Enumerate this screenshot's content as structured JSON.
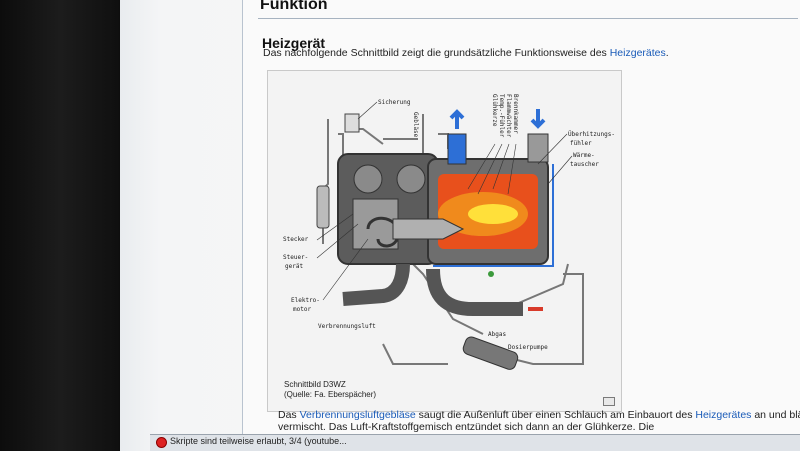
{
  "page": {
    "section_heading": "Funktion",
    "sub_heading": "Heizgerät",
    "intro_before": "Das nachfolgende Schnittbild zeigt die grundsätzliche Funktionsweise des ",
    "intro_link": "Heizgerätes",
    "intro_after": "."
  },
  "figure": {
    "caption_line1": "Schnittbild D3WZ",
    "caption_line2": "(Quelle: Fa. Eberspächer)",
    "labels": {
      "sicherung": "Sicherung",
      "geblaese": "Gebläse",
      "gluehkerze": "Glühkerze",
      "temp_fuehler": "Temp.-Fühler",
      "flammwaechter": "Flammwächter",
      "brennkammer": "Brennkammer",
      "ueberhitzung1": "Überhitzungs-",
      "ueberhitzung2": "fühler",
      "waerme1": "Wärme-",
      "waerme2": "tauscher",
      "stecker": "Stecker",
      "steuer1": "Steuer-",
      "steuer2": "gerät",
      "elektro1": "Elektro-",
      "elektro2": "motor",
      "verbrennungsluft": "Verbrennungsluft",
      "abgas": "Abgas",
      "dosierpumpe": "Dosierpumpe"
    },
    "colors": {
      "flame": "#f08a1c",
      "flame_core": "#ffe03a",
      "hot_chamber": "#e8501c",
      "heat_exchanger": "#7a7a7a",
      "cold_arrow": "#2d6fd6",
      "hot_arrow": "#d83a2a"
    }
  },
  "body": {
    "line1_before": "Das ",
    "line1_link": "Verbrennungsluftgebläse",
    "line1_mid": " saugt die Außenluft über einen Schlauch am Einbauort des ",
    "line1_link2": "Heizgerätes",
    "line1_after": " an und bläst sie",
    "line2": "vermischt. Das Luft-Kraftstoffgemisch entzündet sich dann an der Glühkerze. Die"
  },
  "statusbar": {
    "text": "Skripte sind teilweise erlaubt, 3/4 (youtube..."
  }
}
